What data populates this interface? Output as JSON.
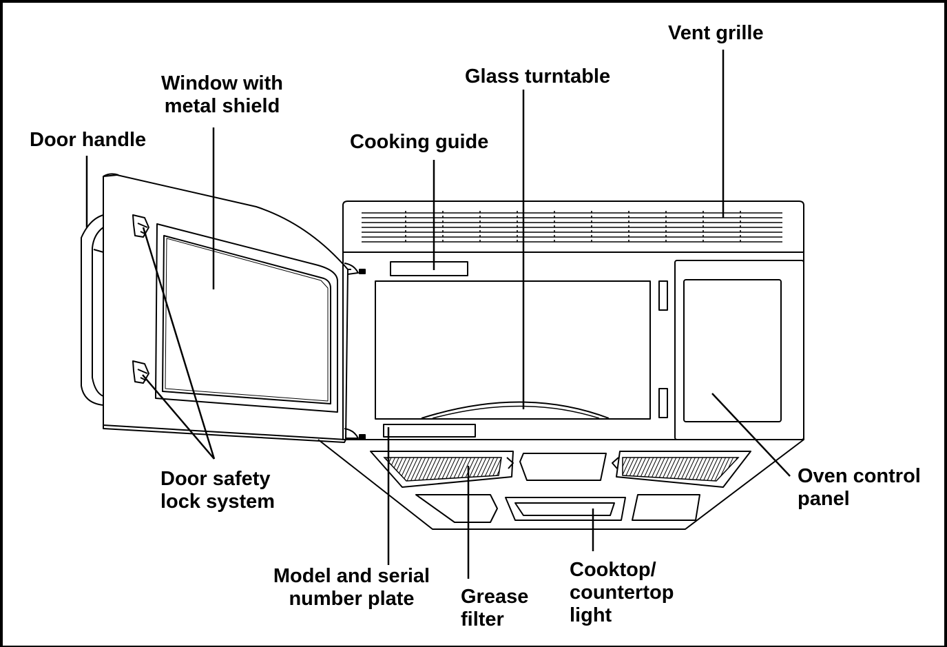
{
  "labels": {
    "door_handle": "Door handle",
    "window_line1": "Window with",
    "window_line2": "metal shield",
    "cooking_guide": "Cooking guide",
    "glass_turntable": "Glass turntable",
    "vent_grille": "Vent grille",
    "door_lock_line1": "Door safety",
    "door_lock_line2": "lock system",
    "oven_panel_line1": "Oven control",
    "oven_panel_line2": "panel",
    "model_line1": "Model and serial",
    "model_line2": "number plate",
    "grease_line1": "Grease",
    "grease_line2": "filter",
    "light_line1": "Cooktop/",
    "light_line2": "countertop",
    "light_line3": "light"
  },
  "colors": {
    "ink": "#000000",
    "background": "#ffffff"
  }
}
